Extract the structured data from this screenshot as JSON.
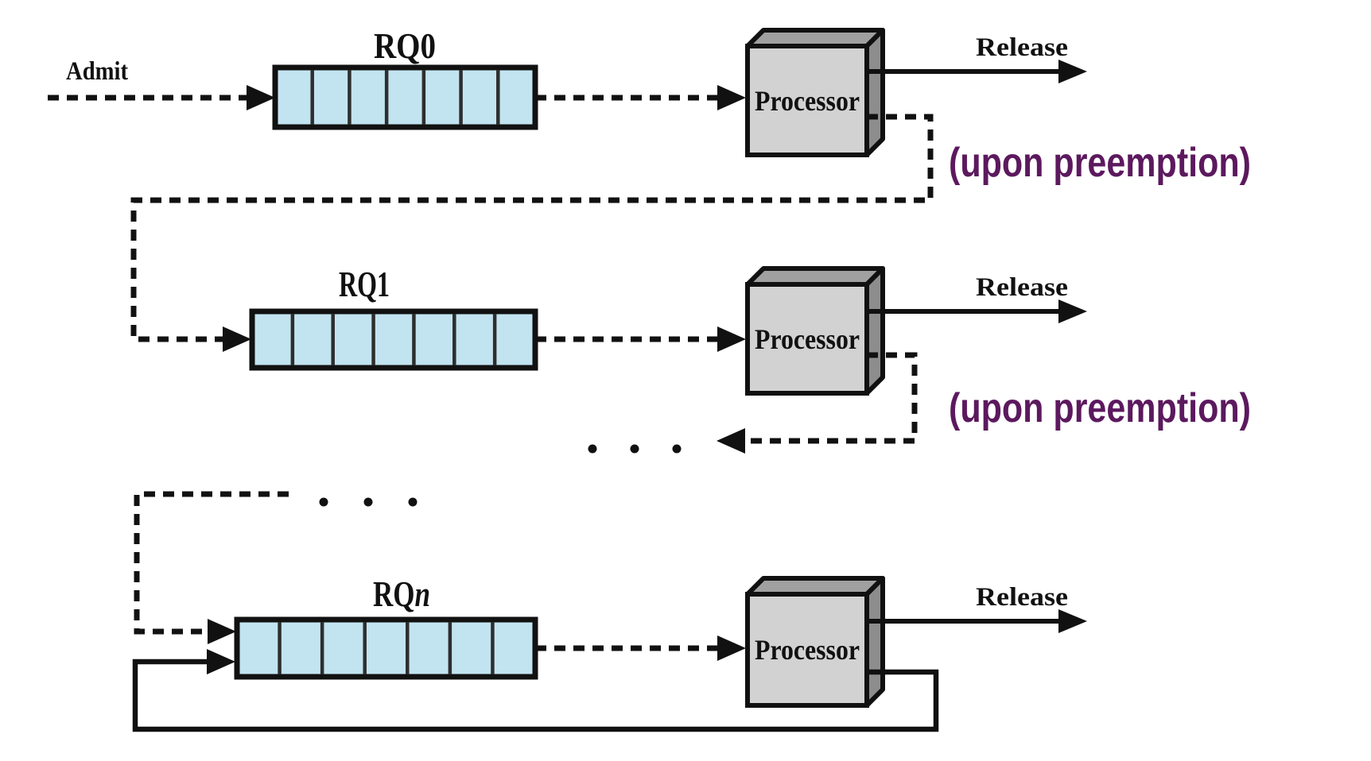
{
  "diagram": {
    "kind": "multilevel-feedback-queue-scheduling",
    "colors": {
      "background": "#ffffff",
      "line": "#111111",
      "queue_fill": "#c2e4f0",
      "processor_front": "#d2d2d2",
      "processor_top": "#a0a0a0",
      "processor_side": "#8d8d8d",
      "preemption_text": "#5c195e"
    },
    "admit_label": "Admit",
    "ellipsis_glyph": "· · ·",
    "rows": [
      {
        "queue_label": "RQ0",
        "queue_cells": 7,
        "processor_label": "Processor",
        "release_label": "Release",
        "preemption_label": "(upon preemption)"
      },
      {
        "queue_label": "RQ1",
        "queue_cells": 7,
        "processor_label": "Processor",
        "release_label": "Release",
        "preemption_label": "(upon preemption)"
      },
      {
        "queue_label_prefix": "RQ",
        "queue_label_index": "n",
        "queue_cells": 7,
        "processor_label": "Processor",
        "release_label": "Release"
      }
    ]
  }
}
